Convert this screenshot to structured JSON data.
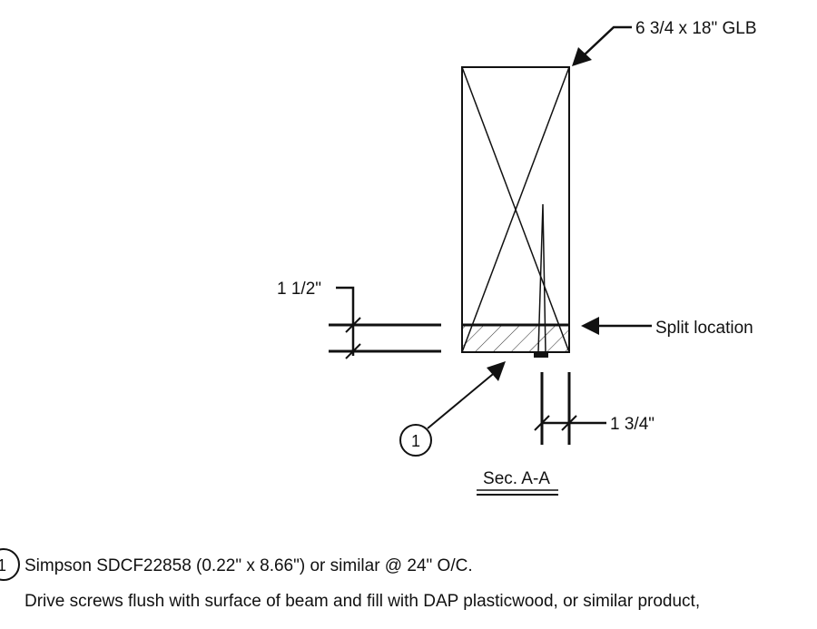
{
  "drawing": {
    "beam_label": "6 3/4 x 18\" GLB",
    "split_label": "Split location",
    "dim_left": "1 1/2\"",
    "dim_bottom": "1 3/4\"",
    "callout_number": "1",
    "section_title": "Sec. A-A"
  },
  "notes": {
    "callout_number": "1",
    "line1": "Simpson SDCF22858 (0.22\" x 8.66\") or similar @ 24\" O/C.",
    "line2": "Drive screws flush with surface of beam and fill with DAP plasticwood, or similar product,"
  }
}
